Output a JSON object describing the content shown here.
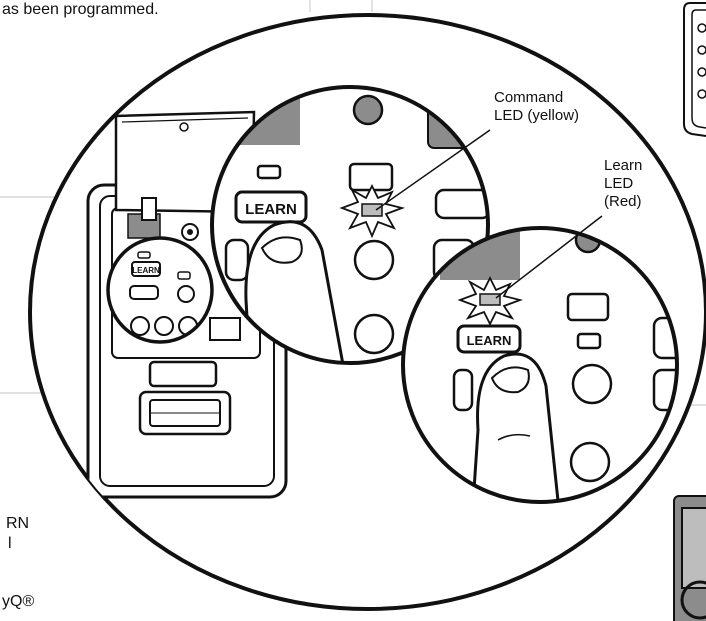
{
  "page_text": {
    "top_fragment": "as been programmed.",
    "bottom_left_lines": [
      "RN",
      "l",
      "yQ®"
    ]
  },
  "callouts": {
    "command_led": [
      "Command",
      "LED (yellow)"
    ],
    "learn_led": [
      "Learn",
      "LED",
      "(Red)"
    ]
  },
  "button_text": {
    "learn_large": "LEARN",
    "learn_small": "LEARN",
    "learn_medium": "LEARN"
  },
  "colors": {
    "outline": "#111111",
    "shade": "#8c8c8c",
    "led_fill": "#bdbdbd",
    "background": "#ffffff"
  }
}
